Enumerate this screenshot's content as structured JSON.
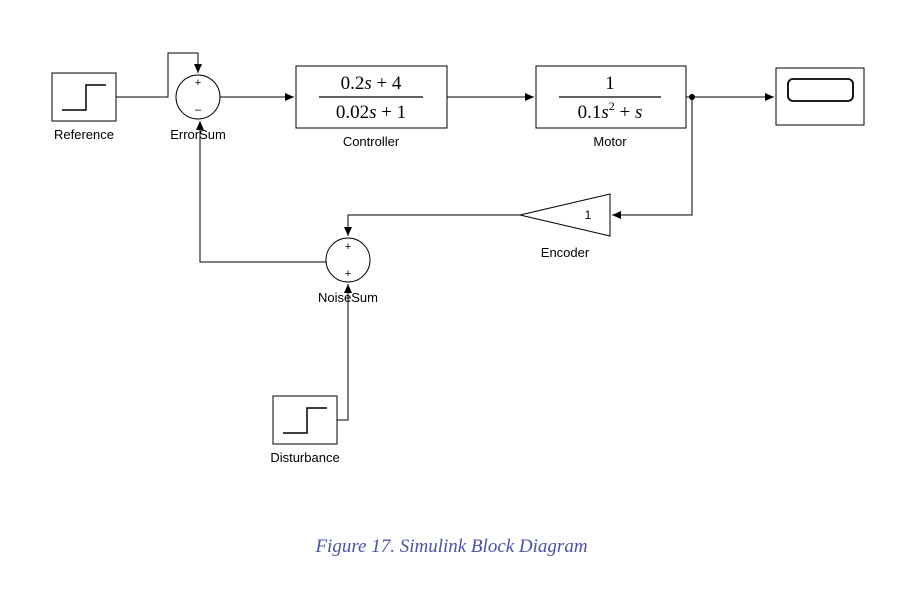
{
  "blocks": {
    "reference": {
      "label": "Reference"
    },
    "error_sum": {
      "label": "ErrorSum",
      "signs": [
        "+",
        "–"
      ]
    },
    "controller": {
      "label": "Controller",
      "num": {
        "a": "0.2",
        "v": "s",
        "rest": " + 4"
      },
      "den": {
        "a": "0.02",
        "v": "s",
        "rest": " + 1"
      }
    },
    "motor": {
      "label": "Motor",
      "num": "1",
      "den": {
        "a": "0.1",
        "v": "s",
        "exp": "2",
        "rest": " + ",
        "v2": "s"
      }
    },
    "encoder": {
      "label": "Encoder",
      "gain": "1"
    },
    "noise_sum": {
      "label": "NoiseSum",
      "signs": [
        "+",
        "+"
      ]
    },
    "disturbance": {
      "label": "Disturbance"
    }
  },
  "caption": "Figure 17. Simulink Block Diagram"
}
